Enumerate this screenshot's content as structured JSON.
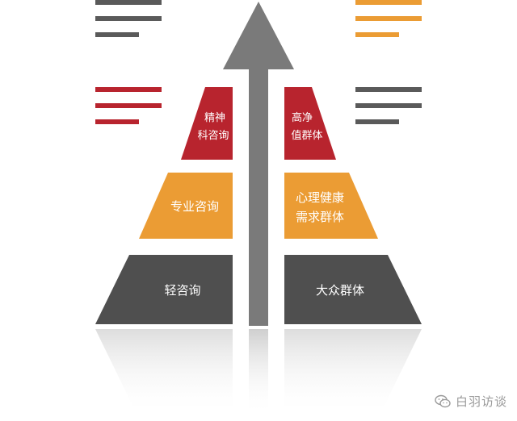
{
  "colors": {
    "top": "#b8242e",
    "middle": "#eb9c34",
    "bottom": "#4f4f4f",
    "arrow": "#7a7a7a",
    "lines_gray": "#5a5a5a",
    "lines_red": "#b8242e",
    "lines_orange": "#eb9c34"
  },
  "pyramid": {
    "left": {
      "top_line1": "精神",
      "top_line2": "科咨询",
      "middle": "专业咨询",
      "bottom": "轻咨询"
    },
    "right": {
      "top_line1": "高净",
      "top_line2": "值群体",
      "middle_line1": "心理健康",
      "middle_line2": "需求群体",
      "bottom": "大众群体"
    }
  },
  "watermark": {
    "icon": "wechat-icon",
    "text": "白羽访谈"
  }
}
